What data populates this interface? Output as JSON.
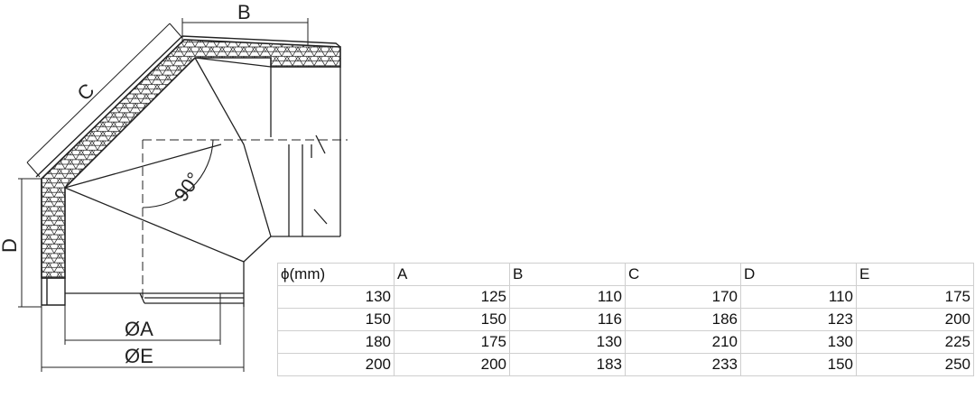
{
  "drawing": {
    "labels": {
      "b": "B",
      "c": "C",
      "d": "D",
      "angle": "90°",
      "a": "ØA",
      "e": "ØE"
    }
  },
  "table": {
    "headers": [
      "ϕ(mm)",
      "A",
      "B",
      "C",
      "D",
      "E"
    ],
    "rows": [
      [
        "130",
        "125",
        "110",
        "170",
        "110",
        "175"
      ],
      [
        "150",
        "150",
        "116",
        "186",
        "123",
        "200"
      ],
      [
        "180",
        "175",
        "130",
        "210",
        "130",
        "225"
      ],
      [
        "200",
        "200",
        "183",
        "233",
        "150",
        "250"
      ]
    ]
  }
}
